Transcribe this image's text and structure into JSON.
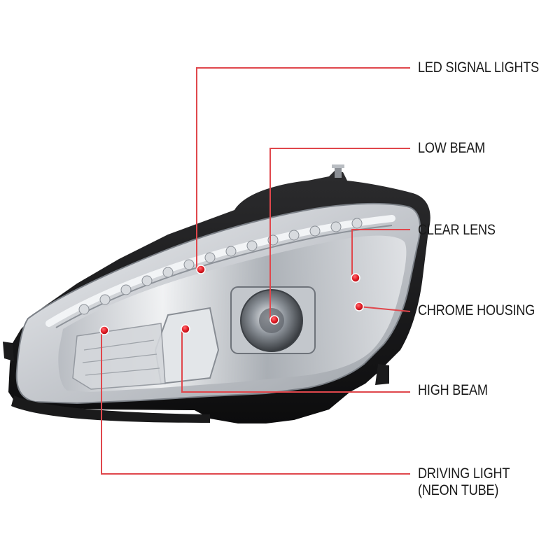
{
  "callouts": [
    {
      "id": "led-signal-lights",
      "lines": [
        "LED SIGNAL LIGHTS"
      ]
    },
    {
      "id": "low-beam",
      "lines": [
        "LOW BEAM"
      ]
    },
    {
      "id": "clear-lens",
      "lines": [
        "CLEAR LENS"
      ]
    },
    {
      "id": "chrome-housing",
      "lines": [
        "CHROME HOUSING"
      ]
    },
    {
      "id": "high-beam",
      "lines": [
        "HIGH BEAM"
      ]
    },
    {
      "id": "driving-light",
      "lines": [
        "DRIVING LIGHT",
        "(NEON TUBE)"
      ]
    }
  ],
  "colors": {
    "leader_line": "#e0474c",
    "marker_dot": "#e01b24",
    "label_text": "#1a1a1a",
    "background": "#ffffff"
  },
  "product": "headlight-assembly"
}
